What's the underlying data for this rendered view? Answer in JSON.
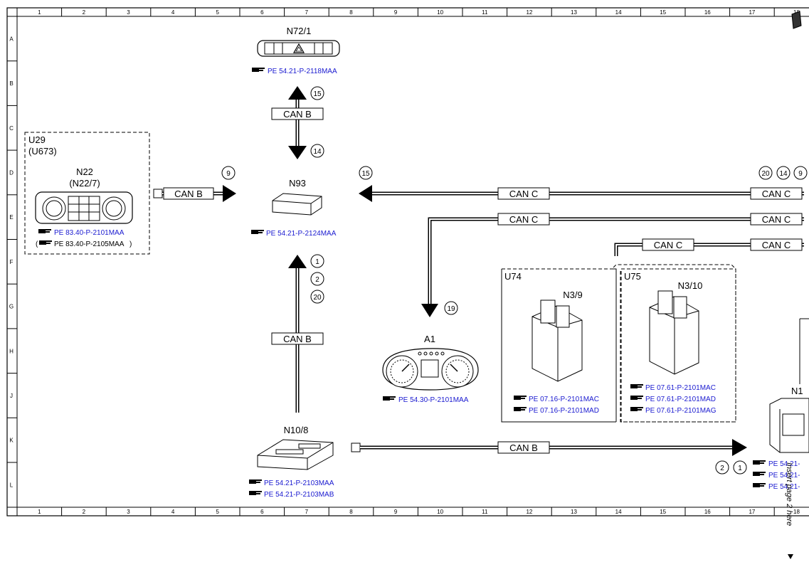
{
  "grid": {
    "columns": [
      "1",
      "2",
      "3",
      "4",
      "5",
      "6",
      "7",
      "8",
      "9",
      "10",
      "11",
      "12",
      "13",
      "14",
      "15",
      "16",
      "17",
      "18"
    ],
    "rows": [
      "A",
      "B",
      "C",
      "D",
      "E",
      "F",
      "G",
      "H",
      "J",
      "K",
      "L"
    ]
  },
  "bus_labels": {
    "can_b": "CAN B",
    "can_c": "CAN C"
  },
  "components": {
    "n72_1": {
      "name": "N72/1",
      "refs": [
        "PE 54.21-P-2118MAA"
      ]
    },
    "n93": {
      "name": "N93",
      "refs": [
        "PE 54.21-P-2124MAA"
      ]
    },
    "u29": {
      "name": "U29",
      "alt": "(U673)",
      "sub": "N22",
      "sub_alt": "(N22/7)",
      "refs": [
        "PE 83.40-P-2101MAA"
      ],
      "ref_alt": "PE 83.40-P-2105MAA",
      "paren_open": "(",
      "paren_close": ")"
    },
    "a1": {
      "name": "A1",
      "refs": [
        "PE 54.30-P-2101MAA"
      ]
    },
    "u74": {
      "name": "U74",
      "sub": "N3/9",
      "refs": [
        "PE 07.16-P-2101MAC",
        "PE 07.16-P-2101MAD"
      ]
    },
    "u75": {
      "name": "U75",
      "sub": "N3/10",
      "refs": [
        "PE 07.61-P-2101MAC",
        "PE 07.61-P-2101MAD",
        "PE 07.61-P-2101MAG"
      ]
    },
    "n10_8": {
      "name": "N10/8",
      "refs": [
        "PE 54.21-P-2103MAA",
        "PE 54.21-P-2103MAB"
      ]
    },
    "n1x": {
      "name": "N1",
      "refs": [
        "PE 54.21-",
        "PE 54.21-",
        "PE 54.21-"
      ]
    }
  },
  "callouts": {
    "c15a": "15",
    "c14a": "14",
    "c9": "9",
    "c15b": "15",
    "c20a": "20",
    "c14b": "14",
    "c9b": "9",
    "c1": "1",
    "c2": "2",
    "c20": "20",
    "c19": "19",
    "c2b": "2",
    "c1b": "1"
  },
  "margin_note": "Insert page 2 here",
  "icons": [
    "pointing-hand-icon",
    "page-corner-icon",
    "arrow-down-icon"
  ]
}
